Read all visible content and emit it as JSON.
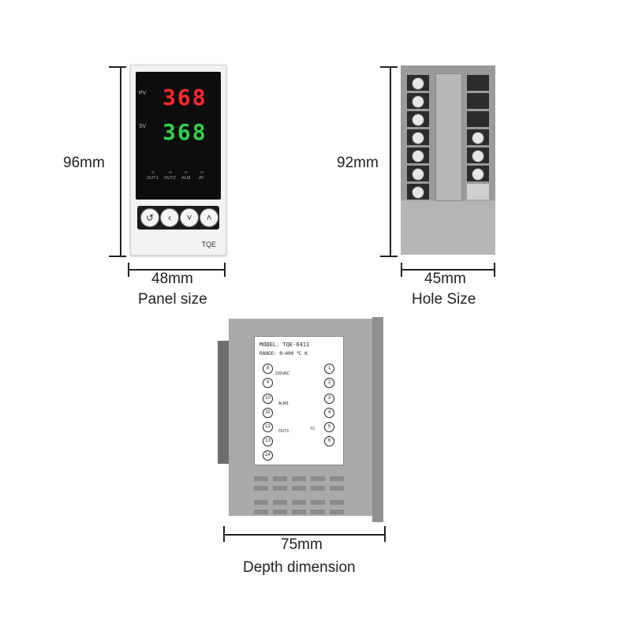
{
  "panel": {
    "height_label": "96mm",
    "width_label": "48mm",
    "caption": "Panel size",
    "pv_tag": "PV",
    "sv_tag": "SV",
    "pv_value": "368",
    "sv_value": "368",
    "indicators": [
      "OUT1",
      "OUT2",
      "ALM",
      "AT"
    ],
    "brand": "TQE"
  },
  "hole": {
    "height_label": "92mm",
    "width_label": "45mm",
    "caption": "Hole Size"
  },
  "depth": {
    "width_label": "75mm",
    "caption": "Depth dimension",
    "model": "MODEL: TQE-6411",
    "range": "RANGE: 0~400 ℃ K",
    "supply": "220VAC",
    "alarm": "ALM1",
    "out": "OUT1",
    "tc": "TC"
  }
}
